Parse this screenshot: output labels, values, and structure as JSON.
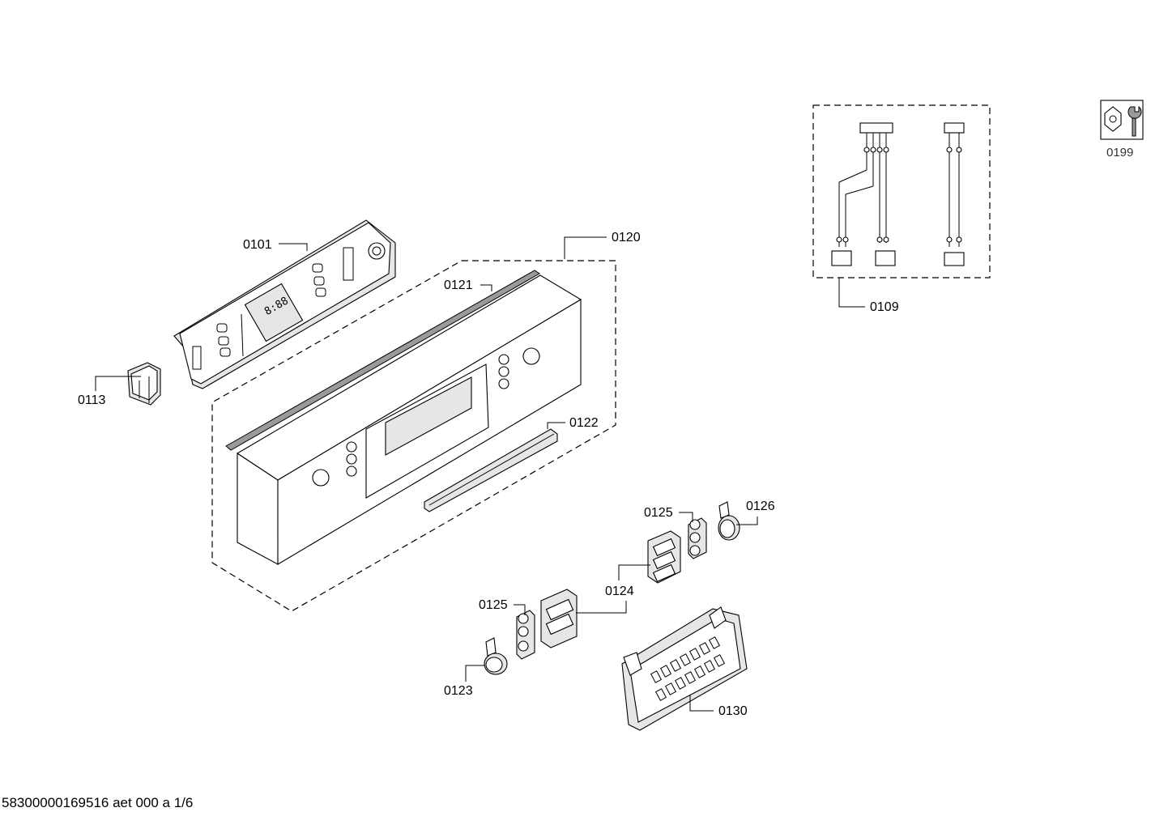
{
  "diagram": {
    "parts": [
      {
        "id": "0101"
      },
      {
        "id": "0109"
      },
      {
        "id": "0113"
      },
      {
        "id": "0120"
      },
      {
        "id": "0121"
      },
      {
        "id": "0122"
      },
      {
        "id": "0123"
      },
      {
        "id": "0124"
      },
      {
        "id": "0125"
      },
      {
        "id": "0125"
      },
      {
        "id": "0126"
      },
      {
        "id": "0130"
      },
      {
        "id": "0199"
      }
    ],
    "footer": "58300000169516 aet 000 a 1/6"
  }
}
